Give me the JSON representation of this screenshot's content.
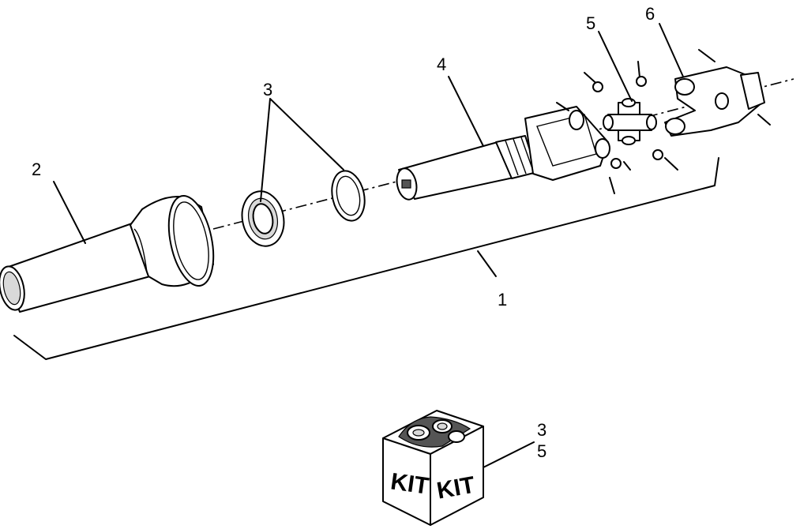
{
  "callouts": {
    "c1": "1",
    "c2": "2",
    "c3": "3",
    "c4": "4",
    "c5": "5",
    "c6": "6"
  },
  "kit": {
    "face_left": "KIT",
    "face_right": "KIT",
    "ref_a": "3",
    "ref_b": "5"
  }
}
